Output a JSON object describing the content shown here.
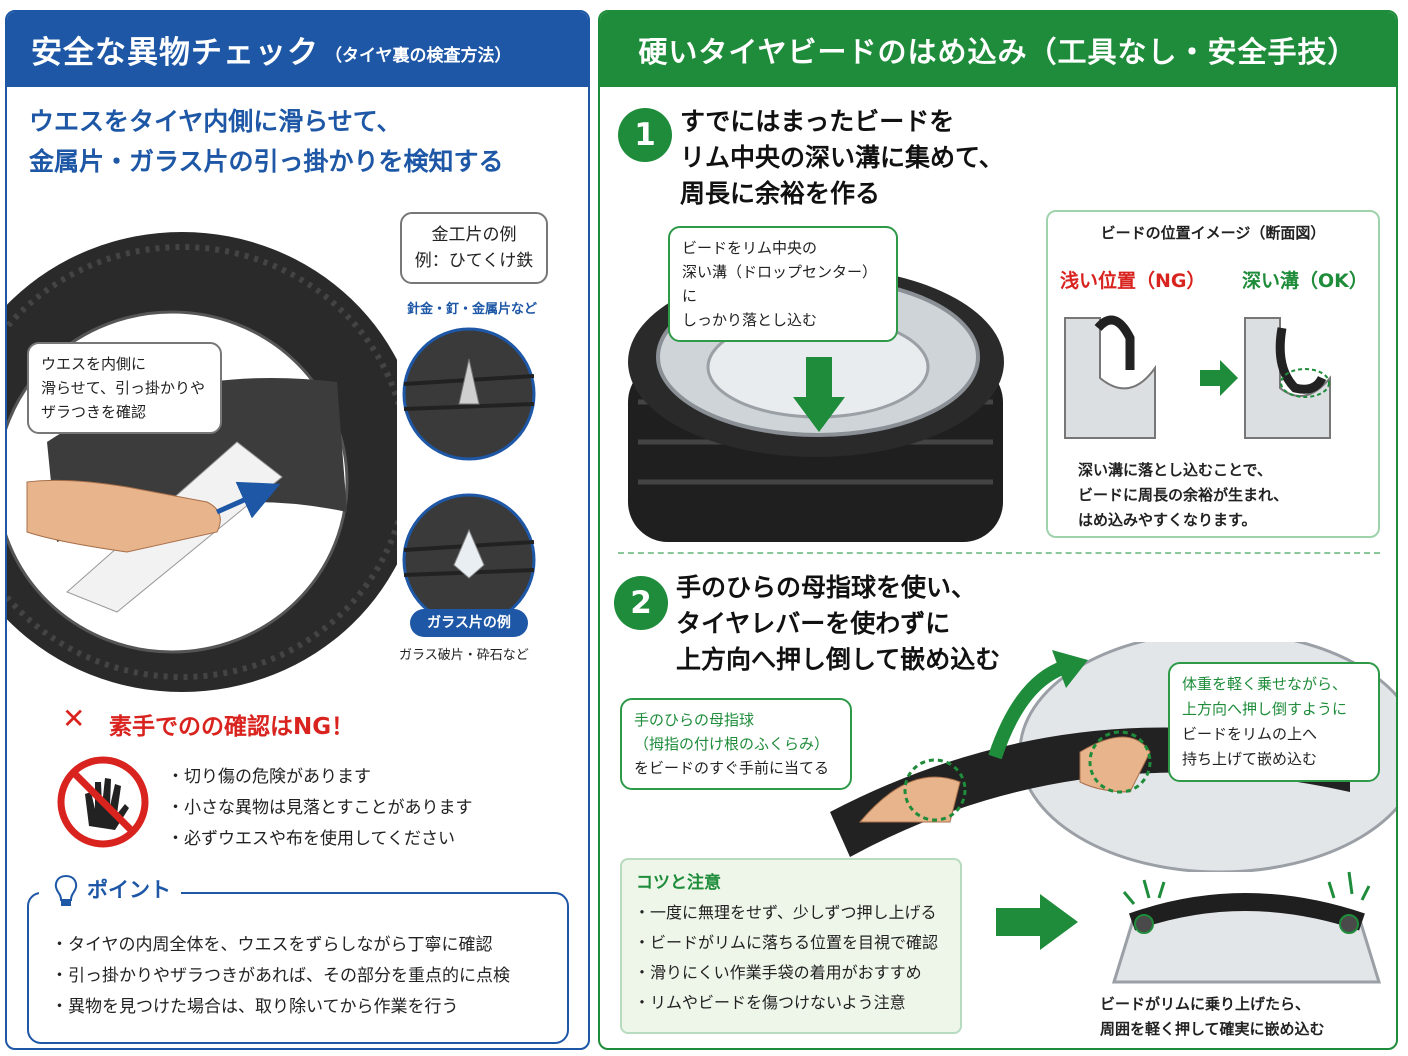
{
  "left": {
    "title": "安全な異物チェック",
    "subtitle": "（タイヤ裏の検査方法）",
    "lead": [
      "ウエスをタイヤ内側に滑らせて、",
      "金属片・ガラス片の引っ掛かりを検知する"
    ],
    "bubble": [
      "ウエスを内側に",
      "滑らせて、引っ掛かりや",
      "ザラつきを確認"
    ],
    "metal_box": [
      "金工片の例",
      "例：ひてくけ鉄"
    ],
    "metal_caption": "針金・釘・金属片など",
    "glass_label": "ガラス片の例",
    "glass_caption": "ガラス破片・砕石など",
    "ng_title": "素手でのの確認はNG！",
    "ng_items": [
      "・切り傷の危険があります",
      "・小さな異物は見落とすことがあります",
      "・必ずウエスや布を使用してください"
    ],
    "point_title": "ポイント",
    "point_items": [
      "・タイヤの内周全体を、ウエスをずらしながら丁寧に確認",
      "・引っ掛かりやザラつきがあれば、その部分を重点的に点検",
      "・異物を見つけた場合は、取り除いてから作業を行う"
    ]
  },
  "right": {
    "title": "硬いタイヤビードのはめ込み（工具なし・安全手技）",
    "step1_num": "1",
    "step1": [
      "すでにはまったビードを",
      "リム中央の深い溝に集めて、",
      "周長に余裕を作る"
    ],
    "bubble1": [
      "ビードをリム中央の",
      "深い溝（ドロップセンター）に",
      "しっかり落とし込む"
    ],
    "section_title": "ビードの位置イメージ（断面図）",
    "ng_label": "浅い位置（NG）",
    "ok_label": "深い溝（OK）",
    "section_note": [
      "深い溝に落とし込むことで、",
      "ビードに周長の余裕が生まれ、",
      "はめ込みやすくなります。"
    ],
    "step2_num": "2",
    "step2": [
      "手のひらの母指球を使い、",
      "タイヤレバーを使わずに",
      "上方向へ押し倒して嵌め込む"
    ],
    "left_callout": [
      "手のひらの母指球",
      "（拇指の付け根のふくらみ）",
      "をビードのすぐ手前に当てる"
    ],
    "right_callout": [
      "体重を軽く乗せながら、",
      "上方向へ押し倒すように",
      "ビードをリムの上へ",
      "持ち上げて嵌め込む"
    ],
    "tips_title": "コツと注意",
    "tips": [
      "・一度に無理をせず、少しずつ押し上げる",
      "・ビードがリムに落ちる位置を目視で確認",
      "・滑りにくい作業手袋の着用がおすすめ",
      "・リムやビードを傷つけないよう注意"
    ],
    "final_note": [
      "ビードがリムに乗り上げたら、",
      "周囲を軽く押して確実に嵌め込む"
    ]
  },
  "colors": {
    "blue": "#1d57a6",
    "green": "#1e8c3a",
    "red": "#d9231f"
  }
}
